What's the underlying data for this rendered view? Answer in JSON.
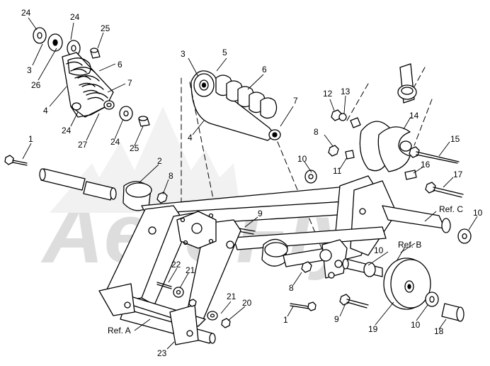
{
  "diagram": {
    "watermark": "AeroFly",
    "callouts": {
      "c24a": "24",
      "c24b": "24",
      "c25a": "25",
      "c3a": "3",
      "c26": "26",
      "c6a": "6",
      "c7a": "7",
      "c4a": "4",
      "c24c": "24",
      "c27": "27",
      "c24d": "24",
      "c25b": "25",
      "c3b": "3",
      "c5": "5",
      "c6b": "6",
      "c7b": "7",
      "c4b": "4",
      "c12": "12",
      "c13": "13",
      "c14": "14",
      "c8a": "8",
      "c15": "15",
      "c10a": "10",
      "c11": "11",
      "c16": "16",
      "c17": "17",
      "c1a": "1",
      "c2": "2",
      "c8b": "8",
      "c9a": "9",
      "c10b": "10",
      "c10c": "10",
      "c22": "22",
      "c21a": "21",
      "c8c": "8",
      "c21b": "21",
      "c20": "20",
      "c1b": "1",
      "c9b": "9",
      "c19": "19",
      "c10d": "10",
      "c18": "18",
      "c23": "23"
    },
    "refs": {
      "refA": "Ref. A",
      "refB": "Ref. B",
      "refC": "Ref. C"
    }
  }
}
